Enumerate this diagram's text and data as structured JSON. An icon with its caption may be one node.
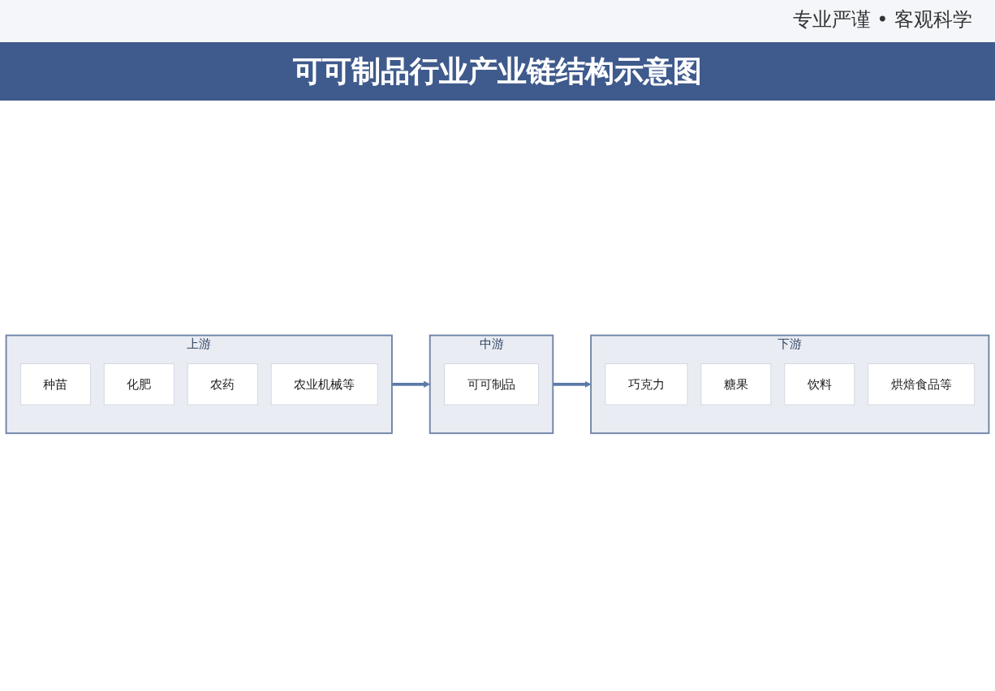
{
  "diagram": {
    "title": "可可制品行业产业链结构示意图",
    "nodes": [
      {
        "text": [
          "上游"
        ]
      },
      {
        "text": [
          "种苗"
        ],
        "in": 0
      },
      {
        "text": [
          "化肥"
        ],
        "in": 0
      },
      {
        "text": [
          "农药"
        ],
        "in": 0
      },
      {
        "text": [
          "农业机械等"
        ],
        "in": 0
      },
      {
        "text": [
          "中游"
        ]
      },
      {
        "text": [
          "可可制品"
        ],
        "in": 5
      },
      {
        "text": [
          "下游"
        ]
      },
      {
        "text": [
          "巧克力"
        ],
        "in": 7
      },
      {
        "text": [
          "糖果"
        ],
        "in": 7
      },
      {
        "text": [
          "饮料"
        ],
        "in": 7
      },
      {
        "text": [
          "烘焙食品等"
        ],
        "in": 7
      }
    ],
    "edges": [
      {
        "from": 0,
        "to": 5,
        "arrow": "to"
      },
      {
        "from": 5,
        "to": 7,
        "arrow": "to"
      }
    ],
    "labels": [
      "专业严谨 • 客观科学"
    ]
  }
}
